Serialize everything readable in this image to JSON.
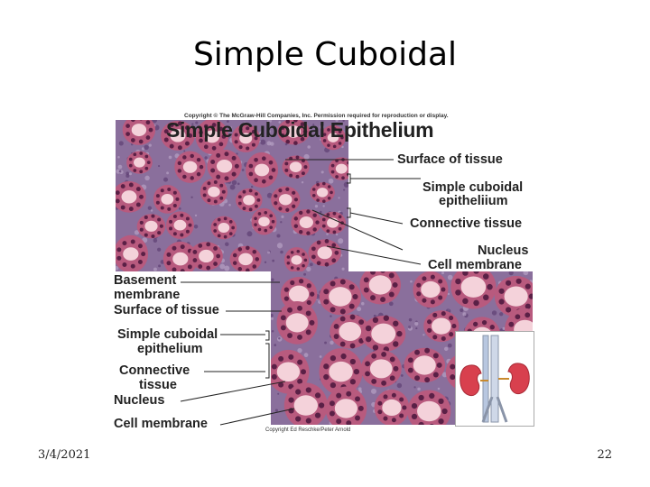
{
  "slide": {
    "title": "Simple Cuboidal",
    "date": "3/4/2021",
    "page_number": "22"
  },
  "figure": {
    "copyright": "Copyright © The McGraw-Hill Companies, Inc. Permission required for reproduction or display.",
    "heading": "Simple Cuboidal Epithelium",
    "credit": "Copyright Ed Reschke/Peter Arnold",
    "top_labels": {
      "surface": "Surface of tissue",
      "epithelium_1": "Simple cuboidal",
      "epithelium_2": "epitheliium",
      "connective": "Connective tissue",
      "nucleus": "Nucleus",
      "membrane": "Cell membrane"
    },
    "bottom_labels": {
      "basement_1": "Basement",
      "basement_2": "membrane",
      "surface": "Surface of tissue",
      "epithelium_1": "Simple cuboidal",
      "epithelium_2": "epithelium",
      "connective_1": "Connective",
      "connective_2": "tissue",
      "nucleus": "Nucleus",
      "membrane": "Cell membrane"
    },
    "colors": {
      "stroma": "#8a6f9c",
      "tubule_wall": "#b85a7e",
      "lumen": "#f4d2da",
      "nucleus": "#5a2046",
      "kidney": "#d8404e"
    }
  }
}
